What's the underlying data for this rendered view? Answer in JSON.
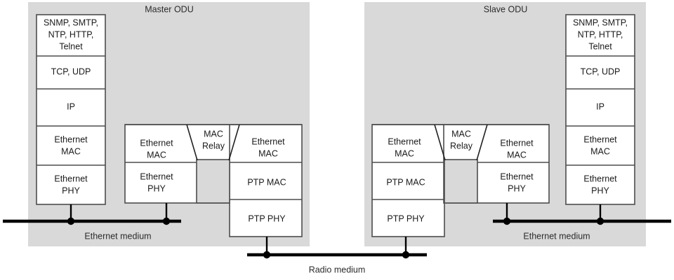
{
  "diagram": {
    "title": "ODU protocol stack diagram",
    "colors": {
      "panel": "#d9d9d9",
      "box_fill": "#ffffff",
      "box_stroke": "#4d4d4d",
      "line": "#000000",
      "text": "#1a1a1a"
    },
    "panels": [
      {
        "id": "master",
        "label": "Master ODU"
      },
      {
        "id": "slave",
        "label": "Slave ODU"
      }
    ],
    "media": [
      {
        "id": "ethernet-medium-left",
        "label": "Ethernet medium"
      },
      {
        "id": "ethernet-medium-right",
        "label": "Ethernet medium"
      },
      {
        "id": "radio-medium",
        "label": "Radio medium"
      }
    ],
    "master": {
      "host_stack": {
        "id": "master-host-stack",
        "layers": [
          {
            "id": "apps",
            "lines": [
              "SNMP, SMTP,",
              "NTP, HTTP,",
              "Telnet"
            ]
          },
          {
            "id": "transport",
            "lines": [
              "TCP, UDP"
            ]
          },
          {
            "id": "network",
            "lines": [
              "IP"
            ]
          },
          {
            "id": "eth-mac",
            "lines": [
              "Ethernet",
              "MAC"
            ]
          },
          {
            "id": "eth-phy",
            "lines": [
              "Ethernet",
              "PHY"
            ]
          }
        ]
      },
      "relay": {
        "id": "master-relay",
        "relay_label": [
          "MAC",
          "Relay"
        ],
        "left_column": [
          {
            "id": "eth-mac-left",
            "lines": [
              "Ethernet",
              "MAC"
            ]
          },
          {
            "id": "eth-phy-left",
            "lines": [
              "Ethernet",
              "PHY"
            ]
          }
        ],
        "right_column": [
          {
            "id": "eth-mac-right",
            "lines": [
              "Ethernet",
              "MAC"
            ]
          },
          {
            "id": "ptp-mac",
            "lines": [
              "PTP MAC"
            ]
          },
          {
            "id": "ptp-phy",
            "lines": [
              "PTP PHY"
            ]
          }
        ]
      }
    },
    "slave": {
      "host_stack": {
        "id": "slave-host-stack",
        "layers": [
          {
            "id": "apps",
            "lines": [
              "SNMP, SMTP,",
              "NTP, HTTP,",
              "Telnet"
            ]
          },
          {
            "id": "transport",
            "lines": [
              "TCP, UDP"
            ]
          },
          {
            "id": "network",
            "lines": [
              "IP"
            ]
          },
          {
            "id": "eth-mac",
            "lines": [
              "Ethernet",
              "MAC"
            ]
          },
          {
            "id": "eth-phy",
            "lines": [
              "Ethernet",
              "PHY"
            ]
          }
        ]
      },
      "relay": {
        "id": "slave-relay",
        "relay_label": [
          "MAC",
          "Relay"
        ],
        "left_column": [
          {
            "id": "eth-mac-left",
            "lines": [
              "Ethernet",
              "MAC"
            ]
          },
          {
            "id": "ptp-mac",
            "lines": [
              "PTP MAC"
            ]
          },
          {
            "id": "ptp-phy",
            "lines": [
              "PTP PHY"
            ]
          }
        ],
        "right_column": [
          {
            "id": "eth-mac-right",
            "lines": [
              "Ethernet",
              "MAC"
            ]
          },
          {
            "id": "eth-phy-right",
            "lines": [
              "Ethernet",
              "PHY"
            ]
          }
        ]
      }
    }
  }
}
